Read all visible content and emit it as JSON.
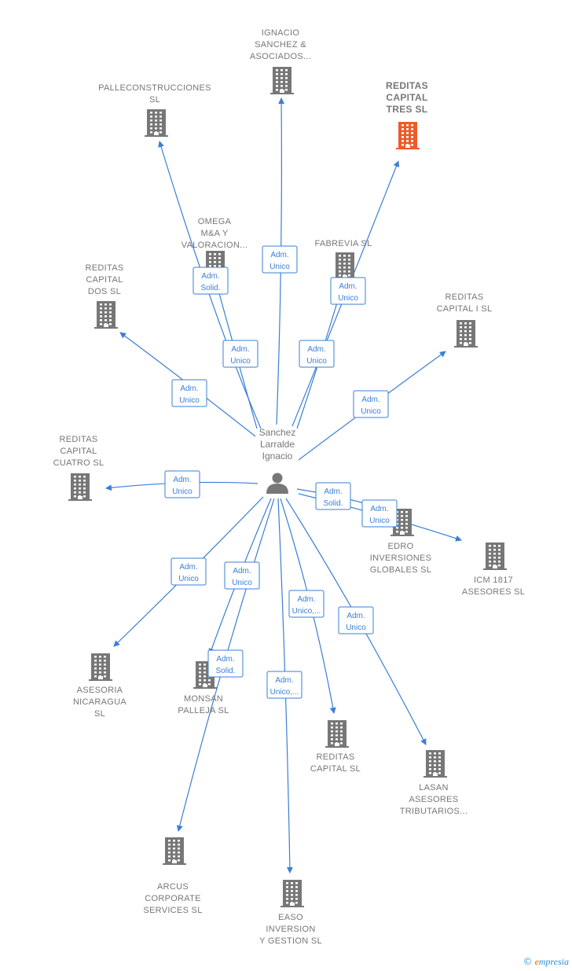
{
  "center": {
    "name_lines": [
      "Sanchez",
      "Larralde",
      "Ignacio"
    ],
    "icon": "person-icon"
  },
  "colors": {
    "edge": "#3a7fd5",
    "building": "#777777",
    "highlight": "#f05a28"
  },
  "companies": [
    {
      "id": "ignacio-sanchez",
      "lines": [
        "IGNACIO",
        "SANCHEZ &",
        "ASOCIADOS..."
      ],
      "highlight": false
    },
    {
      "id": "palleconstrucciones",
      "lines": [
        "PALLECONSTRUCCIONES",
        "SL"
      ],
      "highlight": false
    },
    {
      "id": "reditas-capital-tres",
      "lines": [
        "REDITAS",
        "CAPITAL",
        "TRES  SL"
      ],
      "highlight": true
    },
    {
      "id": "omega",
      "lines": [
        "OMEGA",
        "M&A Y",
        "VALORACION..."
      ],
      "highlight": false
    },
    {
      "id": "fabrevia",
      "lines": [
        "FABREVIA  SL"
      ],
      "highlight": false
    },
    {
      "id": "reditas-capital-dos",
      "lines": [
        "REDITAS",
        "CAPITAL",
        "DOS  SL"
      ],
      "highlight": false
    },
    {
      "id": "reditas-capital-i",
      "lines": [
        "REDITAS",
        "CAPITAL I  SL"
      ],
      "highlight": false
    },
    {
      "id": "reditas-capital-cuatro",
      "lines": [
        "REDITAS",
        "CAPITAL",
        "CUATRO  SL"
      ],
      "highlight": false
    },
    {
      "id": "edro",
      "lines": [
        "EDRO",
        "INVERSIONES",
        "GLOBALES  SL"
      ],
      "highlight": false
    },
    {
      "id": "icm-1817",
      "lines": [
        "ICM 1817",
        "ASESORES  SL"
      ],
      "highlight": false
    },
    {
      "id": "asesoria-nicaragua",
      "lines": [
        "ASESORIA",
        "NICARAGUA",
        "SL"
      ],
      "highlight": false
    },
    {
      "id": "monsan-palleja",
      "lines": [
        "MONSAN",
        "PALLEJA  SL"
      ],
      "highlight": false
    },
    {
      "id": "reditas-capital",
      "lines": [
        "REDITAS",
        "CAPITAL  SL"
      ],
      "highlight": false
    },
    {
      "id": "lasan",
      "lines": [
        "LASAN",
        "ASESORES",
        "TRIBUTARIOS..."
      ],
      "highlight": false
    },
    {
      "id": "arcus",
      "lines": [
        "ARCUS",
        "CORPORATE",
        "SERVICES  SL"
      ],
      "highlight": false
    },
    {
      "id": "easo",
      "lines": [
        "EASO",
        "INVERSION",
        "Y GESTION  SL"
      ],
      "highlight": false
    }
  ],
  "edges": [
    {
      "to": "ignacio-sanchez",
      "role": [
        "Adm.",
        "Unico"
      ]
    },
    {
      "to": "palleconstrucciones",
      "role": [
        "Adm.",
        "Solid."
      ]
    },
    {
      "to": "reditas-capital-tres",
      "role": [
        "Adm.",
        "Unico"
      ]
    },
    {
      "to": "omega",
      "role": [
        "Adm.",
        "Unico"
      ]
    },
    {
      "to": "fabrevia",
      "role": [
        "Adm.",
        "Unico"
      ]
    },
    {
      "to": "reditas-capital-dos",
      "role": [
        "Adm.",
        "Unico"
      ]
    },
    {
      "to": "reditas-capital-i",
      "role": [
        "Adm.",
        "Unico"
      ]
    },
    {
      "to": "reditas-capital-cuatro",
      "role": [
        "Adm.",
        "Unico"
      ]
    },
    {
      "to": "edro",
      "role": [
        "Adm.",
        "Solid."
      ]
    },
    {
      "to": "icm-1817",
      "role": [
        "Adm.",
        "Unico"
      ]
    },
    {
      "to": "asesoria-nicaragua",
      "role": [
        "Adm.",
        "Unico"
      ]
    },
    {
      "to": "monsan-palleja",
      "role": [
        "Adm.",
        "Unico"
      ]
    },
    {
      "to": "reditas-capital",
      "role": [
        "Adm.",
        "Unico,..."
      ]
    },
    {
      "to": "lasan",
      "role": [
        "Adm.",
        "Unico"
      ]
    },
    {
      "to": "arcus",
      "role": [
        "Adm.",
        "Solid."
      ]
    },
    {
      "to": "easo",
      "role": [
        "Adm.",
        "Unico,..."
      ]
    }
  ],
  "footer": {
    "copyright": "©",
    "brand_initial": "e",
    "brand_rest": "mpresia"
  }
}
